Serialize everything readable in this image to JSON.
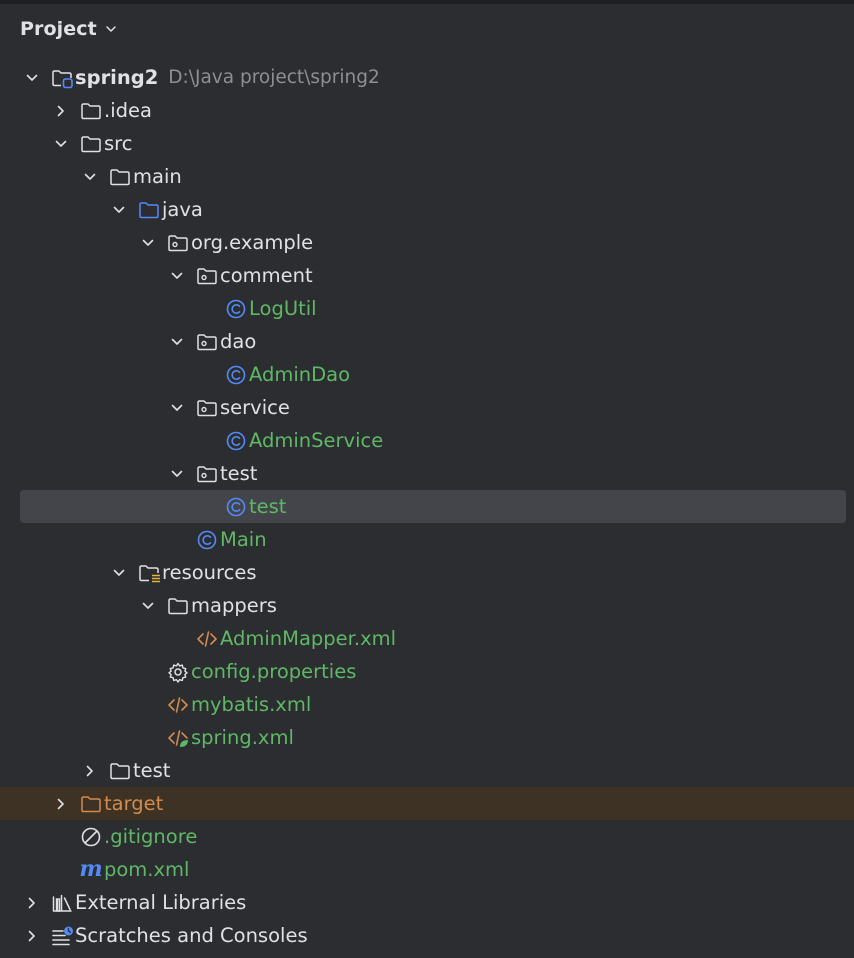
{
  "panel": {
    "title": "Project"
  },
  "tree": [
    {
      "id": "spring2",
      "label": "spring2",
      "path": "D:\\Java project\\spring2",
      "icon": "project-module-icon",
      "depth": 0,
      "arrow": "down",
      "bold": true
    },
    {
      "id": "idea",
      "label": ".idea",
      "icon": "folder-icon",
      "depth": 1,
      "arrow": "right"
    },
    {
      "id": "src",
      "label": "src",
      "icon": "folder-icon",
      "depth": 1,
      "arrow": "down"
    },
    {
      "id": "main",
      "label": "main",
      "icon": "folder-icon",
      "depth": 2,
      "arrow": "down"
    },
    {
      "id": "java",
      "label": "java",
      "icon": "source-folder-icon",
      "depth": 3,
      "arrow": "down"
    },
    {
      "id": "org-example",
      "label": "org.example",
      "icon": "package-icon",
      "depth": 4,
      "arrow": "down"
    },
    {
      "id": "comment",
      "label": "comment",
      "icon": "package-icon",
      "depth": 5,
      "arrow": "down"
    },
    {
      "id": "logutil",
      "label": "LogUtil",
      "icon": "java-class-icon",
      "depth": 6,
      "arrow": "none",
      "color": "green"
    },
    {
      "id": "dao",
      "label": "dao",
      "icon": "package-icon",
      "depth": 5,
      "arrow": "down"
    },
    {
      "id": "admindao",
      "label": "AdminDao",
      "icon": "java-class-icon",
      "depth": 6,
      "arrow": "none",
      "color": "green"
    },
    {
      "id": "service",
      "label": "service",
      "icon": "package-icon",
      "depth": 5,
      "arrow": "down"
    },
    {
      "id": "adminservice",
      "label": "AdminService",
      "icon": "java-class-icon",
      "depth": 6,
      "arrow": "none",
      "color": "green"
    },
    {
      "id": "test-pkg",
      "label": "test",
      "icon": "package-icon",
      "depth": 5,
      "arrow": "down"
    },
    {
      "id": "test-class",
      "label": "test",
      "icon": "java-class-icon",
      "depth": 6,
      "arrow": "none",
      "color": "green",
      "selected": true
    },
    {
      "id": "main-class",
      "label": "Main",
      "icon": "java-class-icon",
      "depth": 5,
      "arrow": "none",
      "color": "green"
    },
    {
      "id": "resources",
      "label": "resources",
      "icon": "resources-folder-icon",
      "depth": 3,
      "arrow": "down"
    },
    {
      "id": "mappers",
      "label": "mappers",
      "icon": "folder-icon",
      "depth": 4,
      "arrow": "down"
    },
    {
      "id": "adminmapper",
      "label": "AdminMapper.xml",
      "icon": "xml-file-icon",
      "depth": 5,
      "arrow": "none",
      "color": "green"
    },
    {
      "id": "config",
      "label": "config.properties",
      "icon": "properties-gear-icon",
      "depth": 4,
      "arrow": "none",
      "color": "green"
    },
    {
      "id": "mybatis",
      "label": "mybatis.xml",
      "icon": "xml-file-icon",
      "depth": 4,
      "arrow": "none",
      "color": "green"
    },
    {
      "id": "spring-xml",
      "label": "spring.xml",
      "icon": "spring-xml-icon",
      "depth": 4,
      "arrow": "none",
      "color": "green"
    },
    {
      "id": "test-dir",
      "label": "test",
      "icon": "folder-icon",
      "depth": 2,
      "arrow": "right"
    },
    {
      "id": "target",
      "label": "target",
      "icon": "excluded-folder-icon",
      "depth": 1,
      "arrow": "right",
      "color": "orange",
      "excluded": true
    },
    {
      "id": "gitignore",
      "label": ".gitignore",
      "icon": "ignore-file-icon",
      "depth": 1,
      "arrow": "none",
      "color": "green"
    },
    {
      "id": "pom",
      "label": "pom.xml",
      "icon": "maven-icon",
      "depth": 1,
      "arrow": "none",
      "color": "green"
    },
    {
      "id": "external-libraries",
      "label": "External Libraries",
      "icon": "libraries-icon",
      "depth": 0,
      "arrow": "right"
    },
    {
      "id": "scratches",
      "label": "Scratches and Consoles",
      "icon": "scratches-icon",
      "depth": 0,
      "arrow": "right"
    }
  ],
  "colors": {
    "background": "#2b2d30",
    "text": "#dfe1e5",
    "green": "#5fb865",
    "orange": "#d38b4d",
    "blue": "#548af7",
    "path": "#8c8f94",
    "selected": "#43454a",
    "excluded": "#3d3223"
  }
}
